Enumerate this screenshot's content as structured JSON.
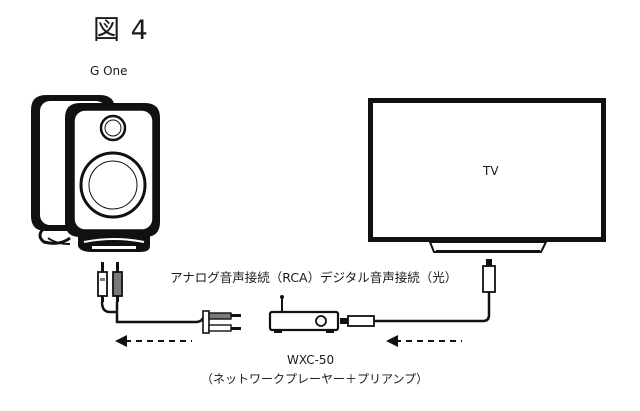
{
  "figure": {
    "title": "図 4"
  },
  "speaker": {
    "name": "G One"
  },
  "tv": {
    "name": "TV"
  },
  "connections": {
    "analog": {
      "label": "アナログ音声接続（RCA）"
    },
    "digital": {
      "label": "デジタル音声接続（光）"
    }
  },
  "device": {
    "name": "WXC-50",
    "description": "（ネットワークプレーヤー＋プリアンプ）"
  },
  "colors": {
    "line": "#1a1a1a",
    "plug_gray": "#7a7a7a",
    "background": "#ffffff"
  }
}
